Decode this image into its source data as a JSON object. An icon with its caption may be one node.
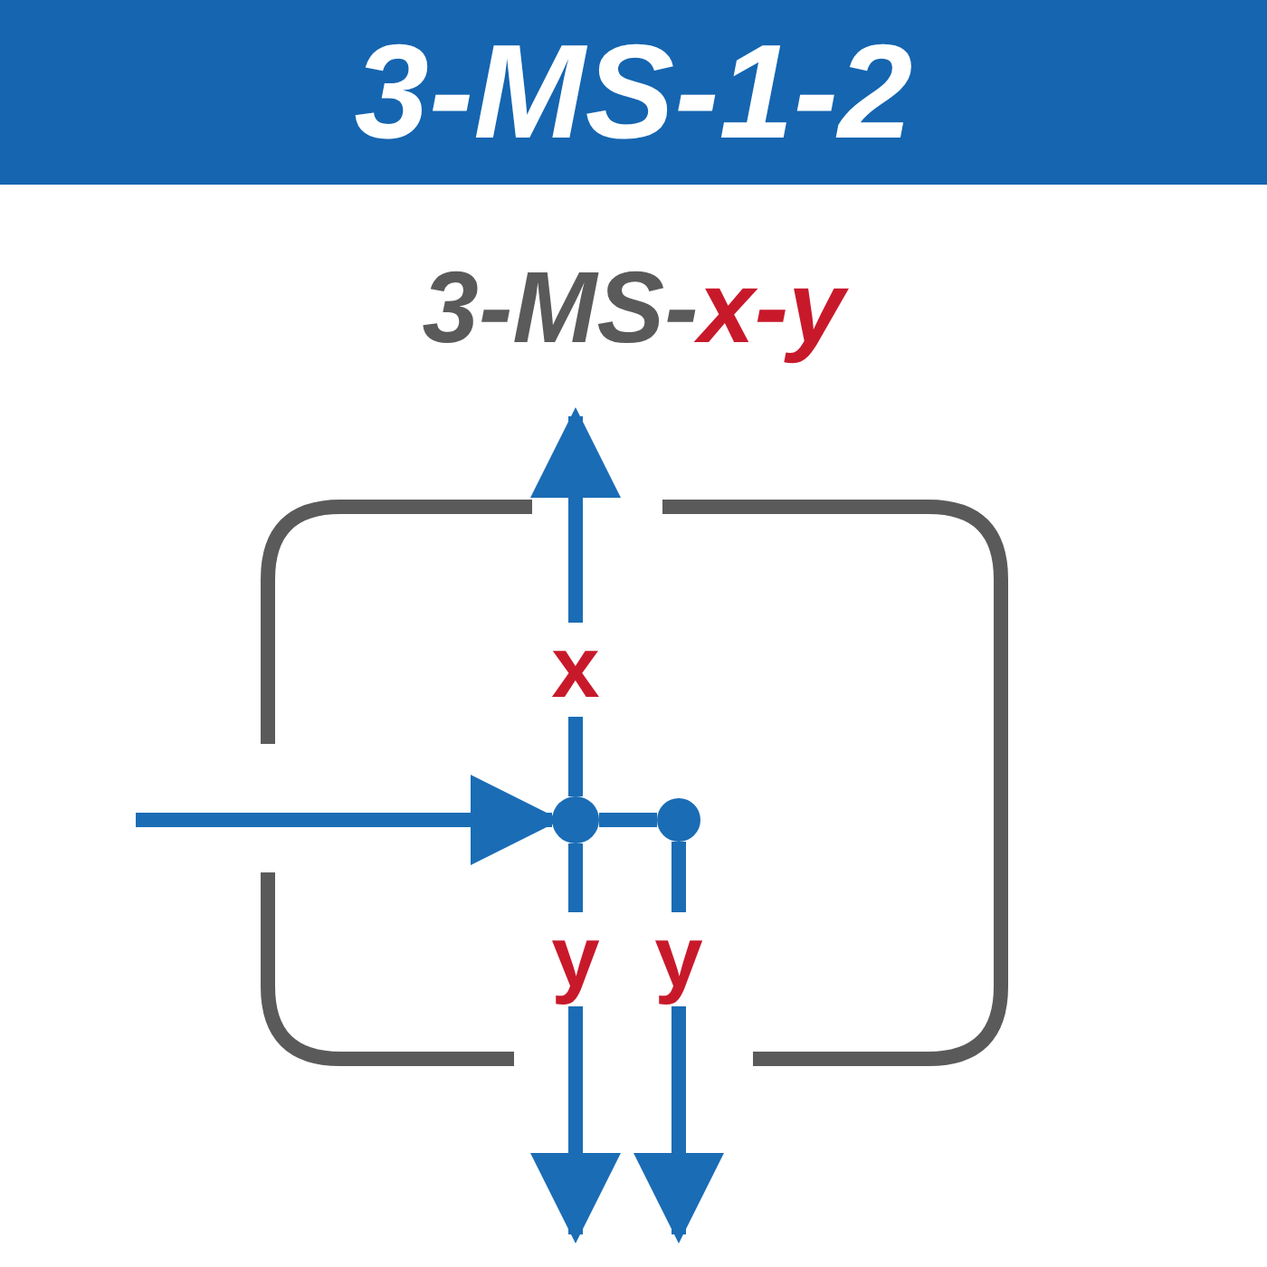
{
  "diagram": {
    "title": "3-MS-1-2",
    "nodes": [
      {
        "text": [],
        "shape": "box"
      },
      {
        "text": [],
        "shape": "circle",
        "in": 0
      },
      {
        "text": [],
        "shape": "circle",
        "in": 0
      }
    ],
    "edges": [
      {
        "from": null,
        "to": 1,
        "arrow": "to"
      },
      {
        "from": 1,
        "to": null,
        "arrow": "to",
        "label": "x"
      },
      {
        "from": 1,
        "to": null,
        "arrow": "to",
        "label": "y"
      },
      {
        "from": 1,
        "to": 2,
        "arrow": "none"
      },
      {
        "from": 2,
        "to": null,
        "arrow": "to",
        "label": "y"
      }
    ],
    "labels": [
      "3-MS-x-y"
    ]
  }
}
